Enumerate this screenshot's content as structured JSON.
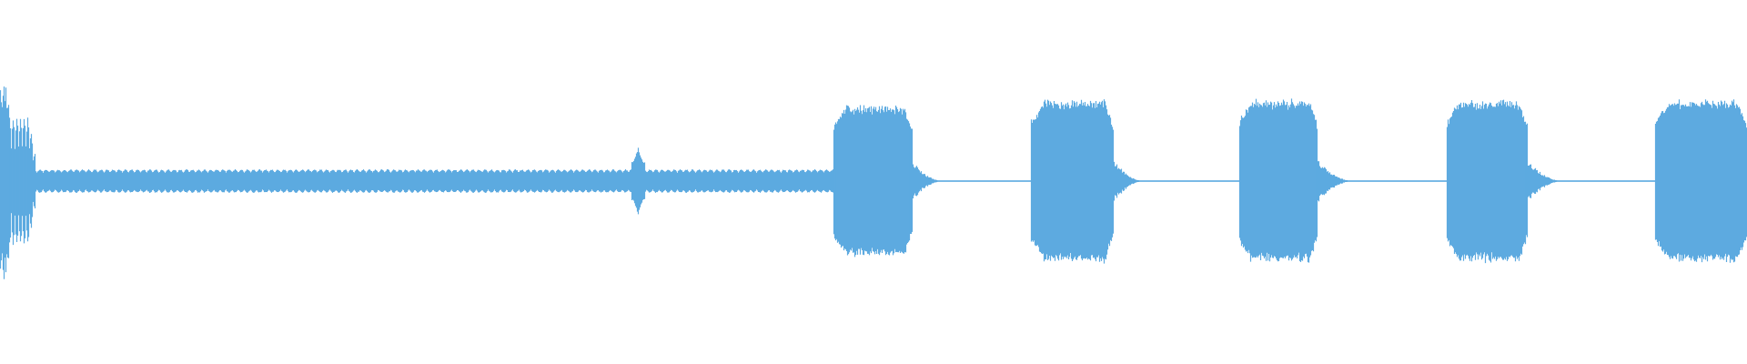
{
  "waveform": {
    "color": "#5DAAE0",
    "background": "#FFFFFF",
    "baseline": "center",
    "segments": [
      {
        "name": "initial-spike",
        "shape": "transient-cluster",
        "start": 0.0,
        "end": 0.02,
        "amplitude": 0.55,
        "peak": 1.0
      },
      {
        "name": "steady-buzz",
        "shape": "sustained-tone",
        "start": 0.02,
        "end": 0.475,
        "amplitude": 0.1
      },
      {
        "name": "mid-blip",
        "shape": "spike",
        "start": 0.361,
        "end": 0.369,
        "amplitude": 0.16,
        "peak": 0.29
      },
      {
        "name": "steady-buzz-tail",
        "shape": "sustained-tone",
        "start": 0.369,
        "end": 0.477,
        "amplitude": 0.1
      },
      {
        "name": "pulse-1",
        "shape": "burst",
        "start": 0.477,
        "end": 0.522,
        "amplitude": 0.65,
        "decay_end": 0.54
      },
      {
        "name": "pulse-2",
        "shape": "burst",
        "start": 0.59,
        "end": 0.637,
        "amplitude": 0.7,
        "decay_end": 0.655
      },
      {
        "name": "pulse-3",
        "shape": "burst",
        "start": 0.709,
        "end": 0.754,
        "amplitude": 0.7,
        "decay_end": 0.775
      },
      {
        "name": "pulse-4",
        "shape": "burst",
        "start": 0.828,
        "end": 0.874,
        "amplitude": 0.7,
        "decay_end": 0.895
      },
      {
        "name": "pulse-5",
        "shape": "burst",
        "start": 0.947,
        "end": 1.0,
        "amplitude": 0.7,
        "decay_end": 1.0
      }
    ]
  }
}
